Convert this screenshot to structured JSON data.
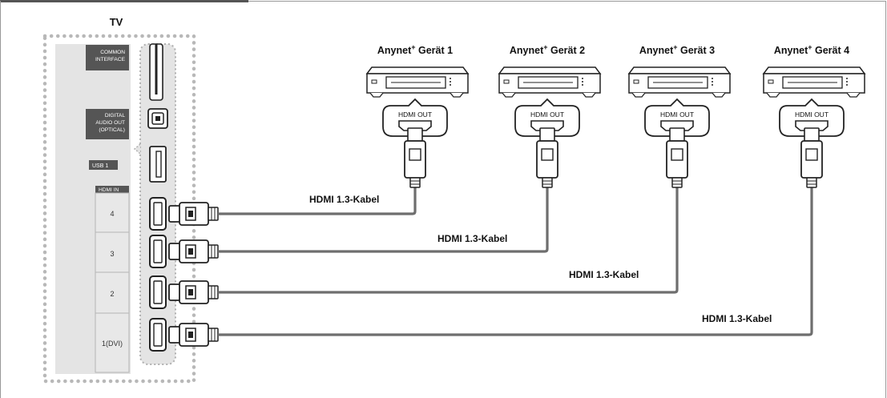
{
  "tv": {
    "title": "TV",
    "common_interface_line1": "COMMON",
    "common_interface_line2": "INTERFACE",
    "digital_audio_line1": "DIGITAL",
    "digital_audio_line2": "AUDIO OUT",
    "digital_audio_line3": "(OPTICAL)",
    "usb_label": "USB 1",
    "hdmi_in_label": "HDMI IN",
    "hdmi_ports": [
      "4",
      "3",
      "2",
      "1(DVI)"
    ]
  },
  "devices": [
    {
      "name": "Anynet",
      "sup": "+",
      "suffix": " Gerät 1",
      "port_label": "HDMI OUT"
    },
    {
      "name": "Anynet",
      "sup": "+",
      "suffix": " Gerät 2",
      "port_label": "HDMI OUT"
    },
    {
      "name": "Anynet",
      "sup": "+",
      "suffix": " Gerät 3",
      "port_label": "HDMI OUT"
    },
    {
      "name": "Anynet",
      "sup": "+",
      "suffix": " Gerät 4",
      "port_label": "HDMI OUT"
    }
  ],
  "cables": [
    {
      "label": "HDMI 1.3-Kabel"
    },
    {
      "label": "HDMI 1.3-Kabel"
    },
    {
      "label": "HDMI 1.3-Kabel"
    },
    {
      "label": "HDMI 1.3-Kabel"
    }
  ],
  "colors": {
    "frame": "#555555",
    "panel_fill": "#e6e6e6",
    "dotted_border": "#b0b0b0",
    "cable": "#6e6e6e",
    "line": "#222222"
  }
}
